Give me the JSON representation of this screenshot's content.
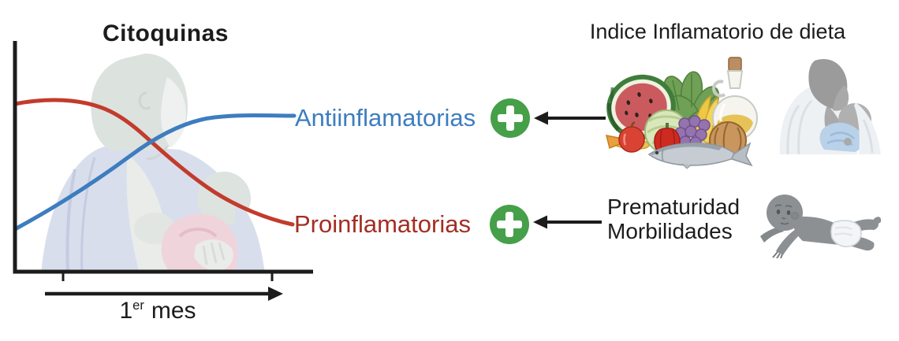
{
  "chart": {
    "title": "Citoquinas",
    "x_axis": {
      "base": "1",
      "superscript": "er",
      "unit": "mes"
    },
    "series": [
      {
        "name": "Antiinflamatorias",
        "color": "#3d7dbf",
        "trend": "rising then plateau over first month",
        "points_norm": [
          [
            0,
            0.18
          ],
          [
            0.19,
            0.32
          ],
          [
            0.39,
            0.51
          ],
          [
            0.54,
            0.62
          ],
          [
            0.68,
            0.67
          ],
          [
            0.95,
            0.67
          ]
        ]
      },
      {
        "name": "Proinflamatorias",
        "color": "#c23b2c",
        "trend": "high then falling over first month",
        "points_norm": [
          [
            0,
            0.73
          ],
          [
            0.19,
            0.74
          ],
          [
            0.38,
            0.67
          ],
          [
            0.54,
            0.47
          ],
          [
            0.69,
            0.34
          ],
          [
            0.94,
            0.2
          ]
        ]
      }
    ]
  },
  "labels": {
    "antiinflammatory": "Antiinflamatorias",
    "proinflammatory": "Proinflamatorias"
  },
  "right_panel": {
    "title": "Indice Inflamatorio de dieta",
    "risk_line1": "Prematuridad",
    "risk_line2": "Morbilidades"
  },
  "icons": {
    "plus": "+",
    "arrow_left": "←",
    "food_illustration": "healthy-foods",
    "mother_illustration": "breastfeeding-mother-grayscale",
    "baby_illustration": "crawling-baby-grayscale",
    "background_illustration": "breastfeeding-mother-pale"
  },
  "colors": {
    "antiinflammatory_blue": "#3d7dbf",
    "proinflammatory_curve": "#c23b2c",
    "proinflammatory_text": "#a32e23",
    "plus_green": "#45a049",
    "ink_black": "#1c1c1c"
  }
}
